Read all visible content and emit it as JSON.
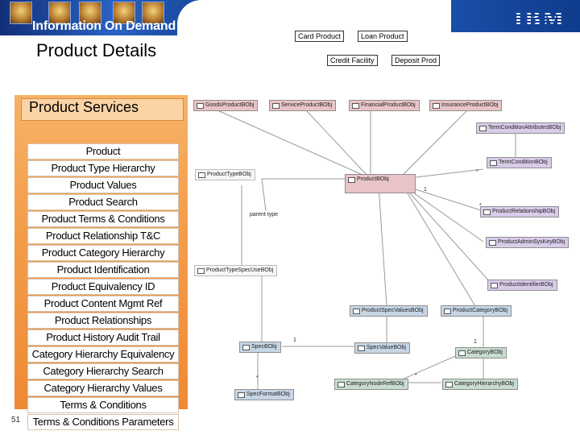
{
  "header": {
    "banner_title": "Information On Demand",
    "logo": "IBM",
    "page_title": "Product Details"
  },
  "product_types": {
    "card": "Card Product",
    "loan": "Loan Product",
    "credit": "Credit Facility",
    "deposit": "Deposit Prod"
  },
  "panel": {
    "title": "Product Services",
    "items": [
      "Product",
      "Product Type Hierarchy",
      "Product Values",
      "Product Search",
      "Product Terms & Conditions",
      "Product Relationship T&C",
      "Product Category Hierarchy",
      "Product Identification",
      "Product Equivalency ID",
      "Product Content Mgmt Ref",
      "Product Relationships",
      "Product History Audit Trail",
      "Category Hierarchy Equivalency",
      "Category Hierarchy Search",
      "Category Hierarchy Values",
      "Terms & Conditions",
      "Terms & Conditions Parameters"
    ]
  },
  "uml": {
    "goods": "GoodsProductBObj",
    "service": "ServiceProductBObj",
    "financial": "FinancialProductBObj",
    "insurance": "InsuranceProductBObj",
    "term_attr": "TermConditionAttributesBObj",
    "term": "TermConditionBObj",
    "product_type": "ProductTypeBObj",
    "product": "ProductBObj",
    "relationship": "ProductRelationshipBObj",
    "admin_sys_key": "ProductAdminSysKeyBObj",
    "type_spec": "ProductTypeSpecUseBObj",
    "identifier": "ProductIdentifierBObj",
    "spec_values": "ProductSpecValuesBObj",
    "category_assoc": "ProductCategoryBObj",
    "spec": "SpecBObj",
    "spec_value": "SpecValueBObj",
    "category": "CategoryBObj",
    "node_ref": "CategoryNodeRefBObj",
    "hierarchy": "CategoryHierarchyBObj",
    "spec_format": "SpecFormatBObj",
    "label_parent_type": "parent type",
    "mult_1": "1",
    "mult_star": "*"
  },
  "footer": {
    "page": "51"
  },
  "colors": {
    "banner": "#1d58b4",
    "panel": "#f39e4d",
    "uml_pink": "#e9c4c7",
    "uml_lavender": "#d9cce9",
    "uml_blue": "#c6d6e6",
    "uml_green": "#c8dccf"
  }
}
